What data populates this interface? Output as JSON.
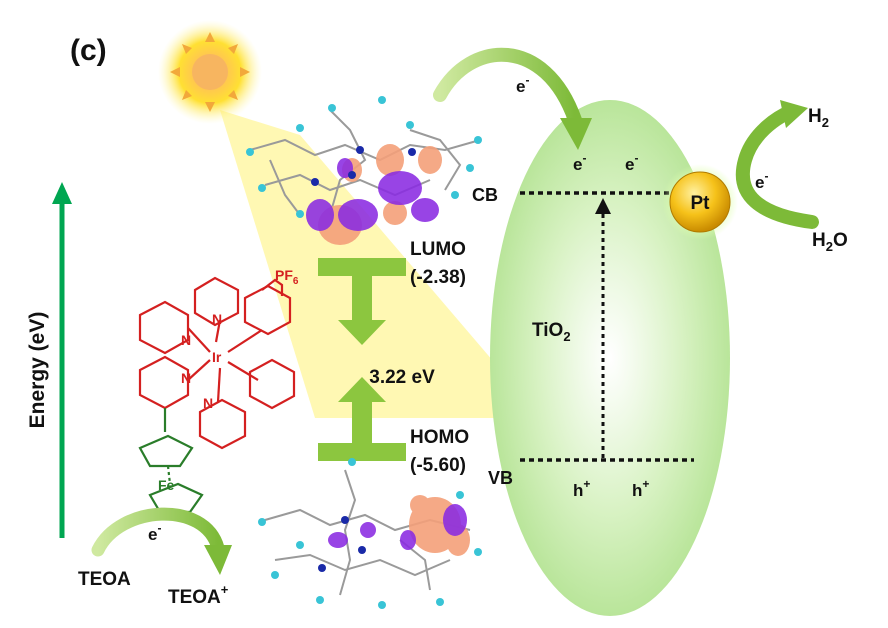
{
  "panel_label": "(c)",
  "axis": {
    "label": "Energy (eV)"
  },
  "molecule": {
    "lumo": {
      "label": "LUMO",
      "value": "(-2.38)"
    },
    "homo": {
      "label": "HOMO",
      "value": "(-5.60)"
    },
    "gap": "3.22 eV",
    "counter_ion": "PF",
    "counter_ion_sub": "6",
    "metal": "Ir",
    "ferrocene_metal": "Fe",
    "nitrogen": "N"
  },
  "semiconductor": {
    "name": "TiO",
    "name_sub": "2",
    "cb": "CB",
    "vb": "VB",
    "electron": "e",
    "electron_sup": "-",
    "hole": "h",
    "hole_sup": "+"
  },
  "cocatalyst": {
    "name": "Pt"
  },
  "products": {
    "h2": "H",
    "h2_sub": "2",
    "h2o": "H",
    "h2o_sub": "2",
    "h2o_tail": "O"
  },
  "donor": {
    "reactant": "TEOA",
    "product": "TEOA",
    "product_sup": "+"
  },
  "colors": {
    "arrow_green": "#8cc63f",
    "axis_green": "#00a651",
    "ellipse_green": "#c9ecae",
    "sun_yellow": "#ffe033",
    "beam_yellow": "#fff7a6",
    "pt_gold": "#f0b400",
    "orbital_purple": "#8a2be2",
    "orbital_salmon": "#f4a07a",
    "molecule_red": "#d42020",
    "ferrocene_green": "#2a7d2a"
  }
}
